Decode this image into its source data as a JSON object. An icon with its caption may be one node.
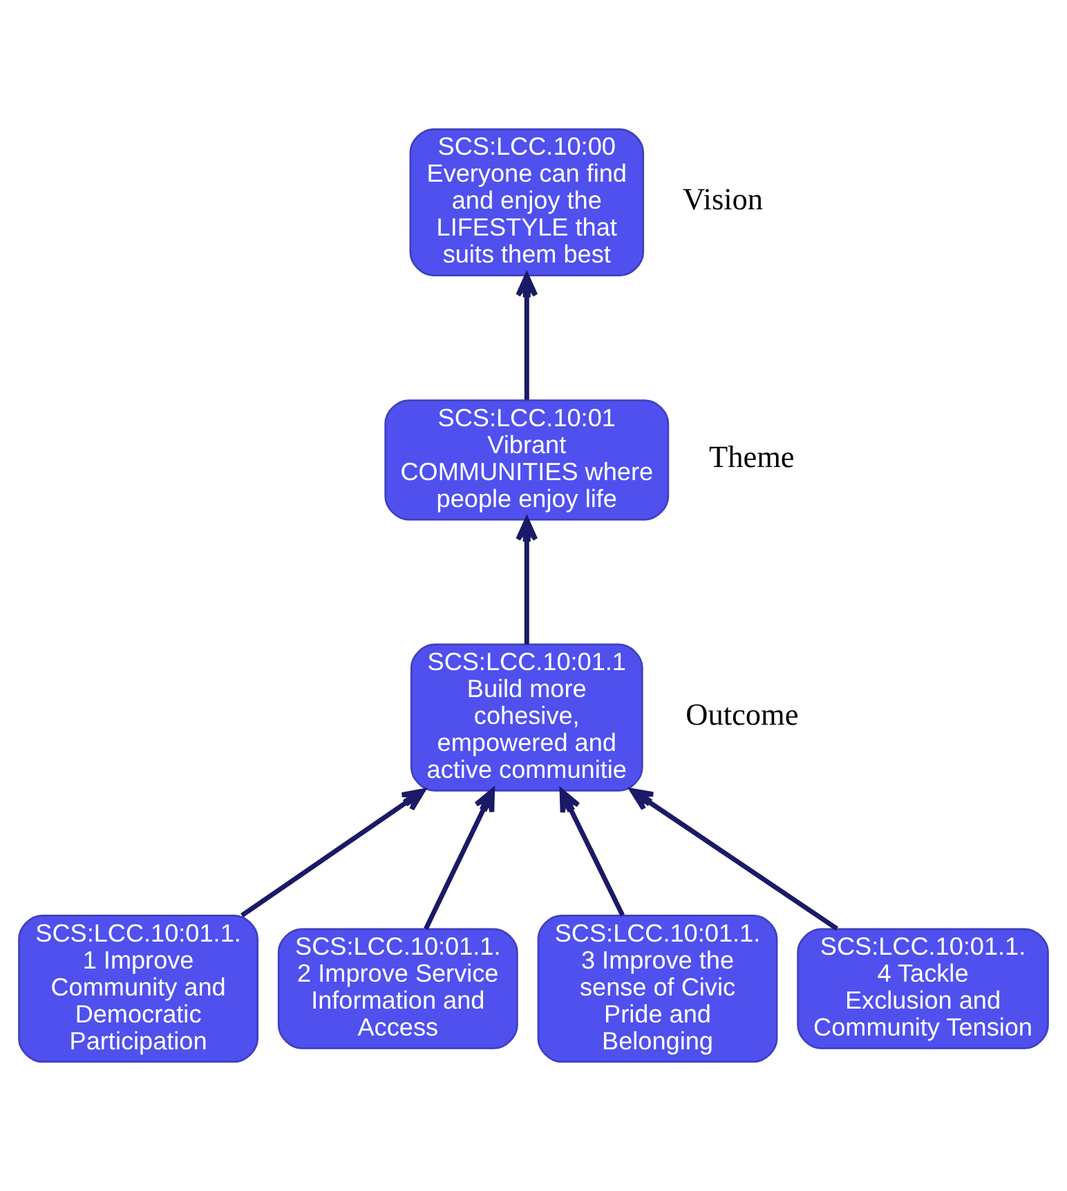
{
  "diagram": {
    "nodes": [
      {
        "text": [
          "SCS:LCC.10:00",
          "Everyone can find and enjoy the LIFESTYLE that suits them best"
        ],
        "beside": [
          "Vision"
        ]
      },
      {
        "text": [
          "SCS:LCC.10:01",
          "Vibrant COMMUNITIES where people enjoy life"
        ],
        "beside": [
          "Theme"
        ]
      },
      {
        "text": [
          "SCS:LCC.10:01.1",
          "Build more cohesive, empowered and active communitie"
        ],
        "beside": [
          "Outcome"
        ]
      },
      {
        "text": [
          "SCS:LCC.10:01.1.",
          "1 Improve Community and Democratic Participation"
        ]
      },
      {
        "text": [
          "SCS:LCC.10:01.1.",
          "2 Improve Service Information and Access"
        ]
      },
      {
        "text": [
          "SCS:LCC.10:01.1.",
          "3 Improve the sense of Civic Pride and Belonging"
        ]
      },
      {
        "text": [
          "SCS:LCC.10:01.1.",
          "4 Tackle Exclusion and Community Tension"
        ]
      }
    ],
    "edges": [
      {
        "from": 1,
        "to": 0,
        "arrow": "to"
      },
      {
        "from": 2,
        "to": 1,
        "arrow": "to"
      },
      {
        "from": 3,
        "to": 2,
        "arrow": "to"
      },
      {
        "from": 4,
        "to": 2,
        "arrow": "to"
      },
      {
        "from": 5,
        "to": 2,
        "arrow": "to"
      },
      {
        "from": 6,
        "to": 2,
        "arrow": "to"
      }
    ]
  }
}
